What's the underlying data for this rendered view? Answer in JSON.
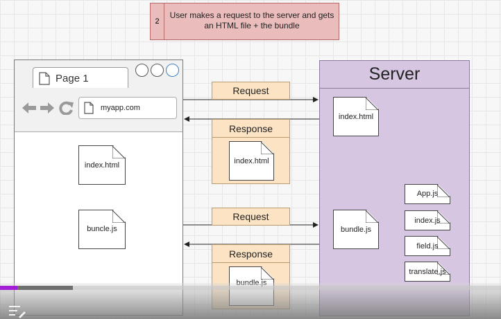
{
  "step": {
    "number": "2",
    "text": "User makes a request to the server and gets an HTML file + the bundle"
  },
  "browser": {
    "tab_label": "Page 1",
    "url": "myapp.com",
    "docs": [
      "index.html",
      "buncle.js"
    ]
  },
  "exchange": {
    "request_label": "Request",
    "response_label": "Response",
    "response_docs": [
      "index.html",
      "bundle.js"
    ]
  },
  "server": {
    "title": "Server",
    "docs": [
      "index.html",
      "bundle.js"
    ],
    "bundle_parts": [
      "App.js",
      "index.js",
      "field.js",
      "translate.js"
    ]
  },
  "video": {
    "progress": 0.035,
    "buffered": 0.145
  },
  "icons": [
    "page-icon",
    "back-arrow-icon",
    "forward-arrow-icon",
    "refresh-icon",
    "menu-icon"
  ]
}
